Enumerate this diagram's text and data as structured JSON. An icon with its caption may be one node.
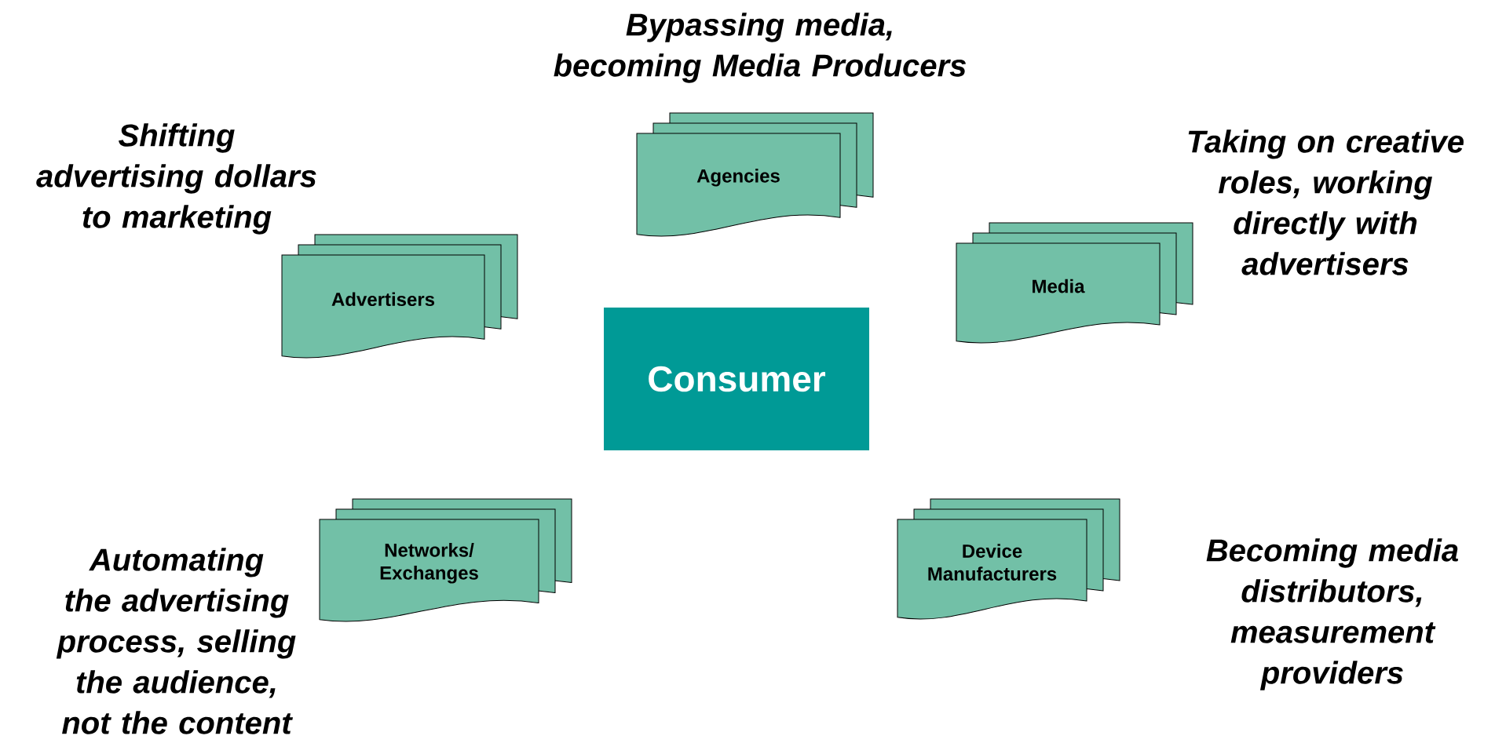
{
  "diagram": {
    "nodes": [
      {
        "text": [
          "Agencies"
        ],
        "beside": [
          "Bypassing media, becoming Media Producers"
        ]
      },
      {
        "text": [
          "Advertisers"
        ],
        "beside": [
          "Shifting advertising dollars to marketing"
        ]
      },
      {
        "text": [
          "Media"
        ],
        "beside": [
          "Taking on creative roles, working directly with advertisers"
        ]
      },
      {
        "text": [
          "Consumer"
        ]
      },
      {
        "text": [
          "Networks/ Exchanges"
        ],
        "beside": [
          "Automating the advertising process, selling the audience, not the content"
        ]
      },
      {
        "text": [
          "Device Manufacturers"
        ],
        "beside": [
          "Becoming media distributors, measurement providers"
        ]
      }
    ]
  }
}
